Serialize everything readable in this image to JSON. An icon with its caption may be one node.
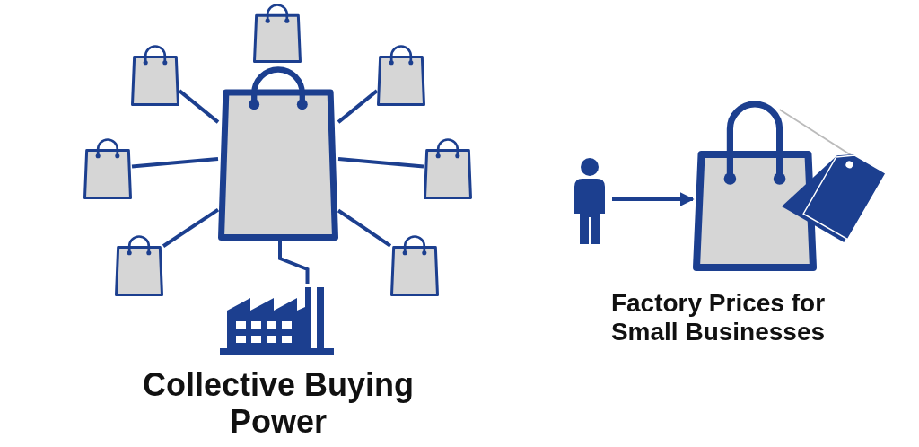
{
  "diagram": {
    "nodes": [
      {
        "text": [],
        "shape": "picture"
      },
      {
        "text": [],
        "shape": "picture"
      },
      {
        "text": [],
        "shape": "picture"
      },
      {
        "text": [],
        "shape": "picture"
      },
      {
        "text": [],
        "shape": "picture"
      },
      {
        "text": [],
        "shape": "picture"
      },
      {
        "text": [],
        "shape": "picture"
      },
      {
        "text": [],
        "shape": "picture"
      },
      {
        "text": [],
        "shape": "picture"
      },
      {
        "text": [],
        "shape": "person"
      },
      {
        "text": [],
        "shape": "picture"
      }
    ],
    "edges": [
      {
        "from": 0,
        "to": 2,
        "arrow": "none"
      },
      {
        "from": 0,
        "to": 3,
        "arrow": "none"
      },
      {
        "from": 0,
        "to": 4,
        "arrow": "none"
      },
      {
        "from": 0,
        "to": 5,
        "arrow": "none"
      },
      {
        "from": 0,
        "to": 6,
        "arrow": "none"
      },
      {
        "from": 0,
        "to": 7,
        "arrow": "none"
      },
      {
        "from": 0,
        "to": 8,
        "arrow": "none"
      },
      {
        "from": 9,
        "to": 10,
        "arrow": "to"
      }
    ],
    "labels": [
      "Factory Prices for Small Businesses",
      "Collective Buying Power"
    ]
  }
}
